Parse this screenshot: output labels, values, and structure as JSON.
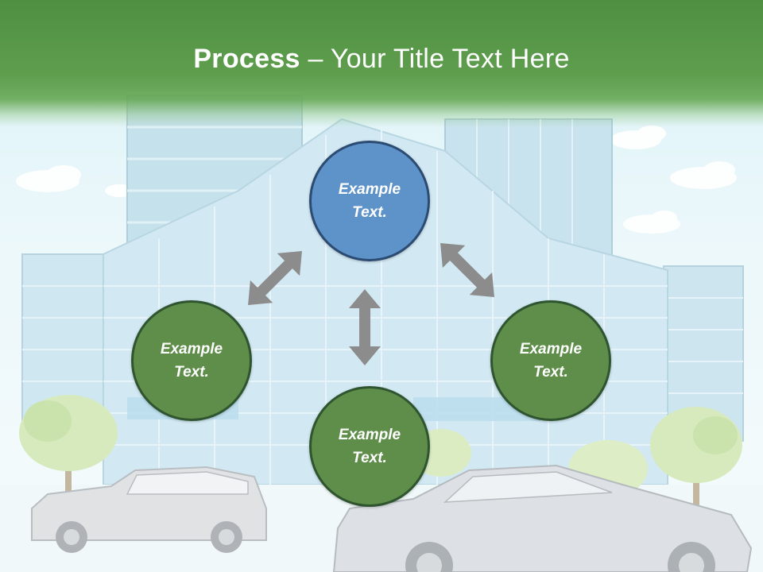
{
  "header": {
    "title_strong": "Process",
    "title_rest": " – Your Title Text Here"
  },
  "nodes": {
    "top": {
      "label": "Example\nText.",
      "color": "#5e93c9"
    },
    "left": {
      "label": "Example\nText.",
      "color": "#5e8e49"
    },
    "right": {
      "label": "Example\nText.",
      "color": "#5e8e49"
    },
    "bottom": {
      "label": "Example\nText.",
      "color": "#5e8e49"
    }
  },
  "colors": {
    "header_green": "#5e9e4d",
    "arrow_gray": "#8c8c8c"
  },
  "icons": [
    "double-arrow-icon"
  ]
}
